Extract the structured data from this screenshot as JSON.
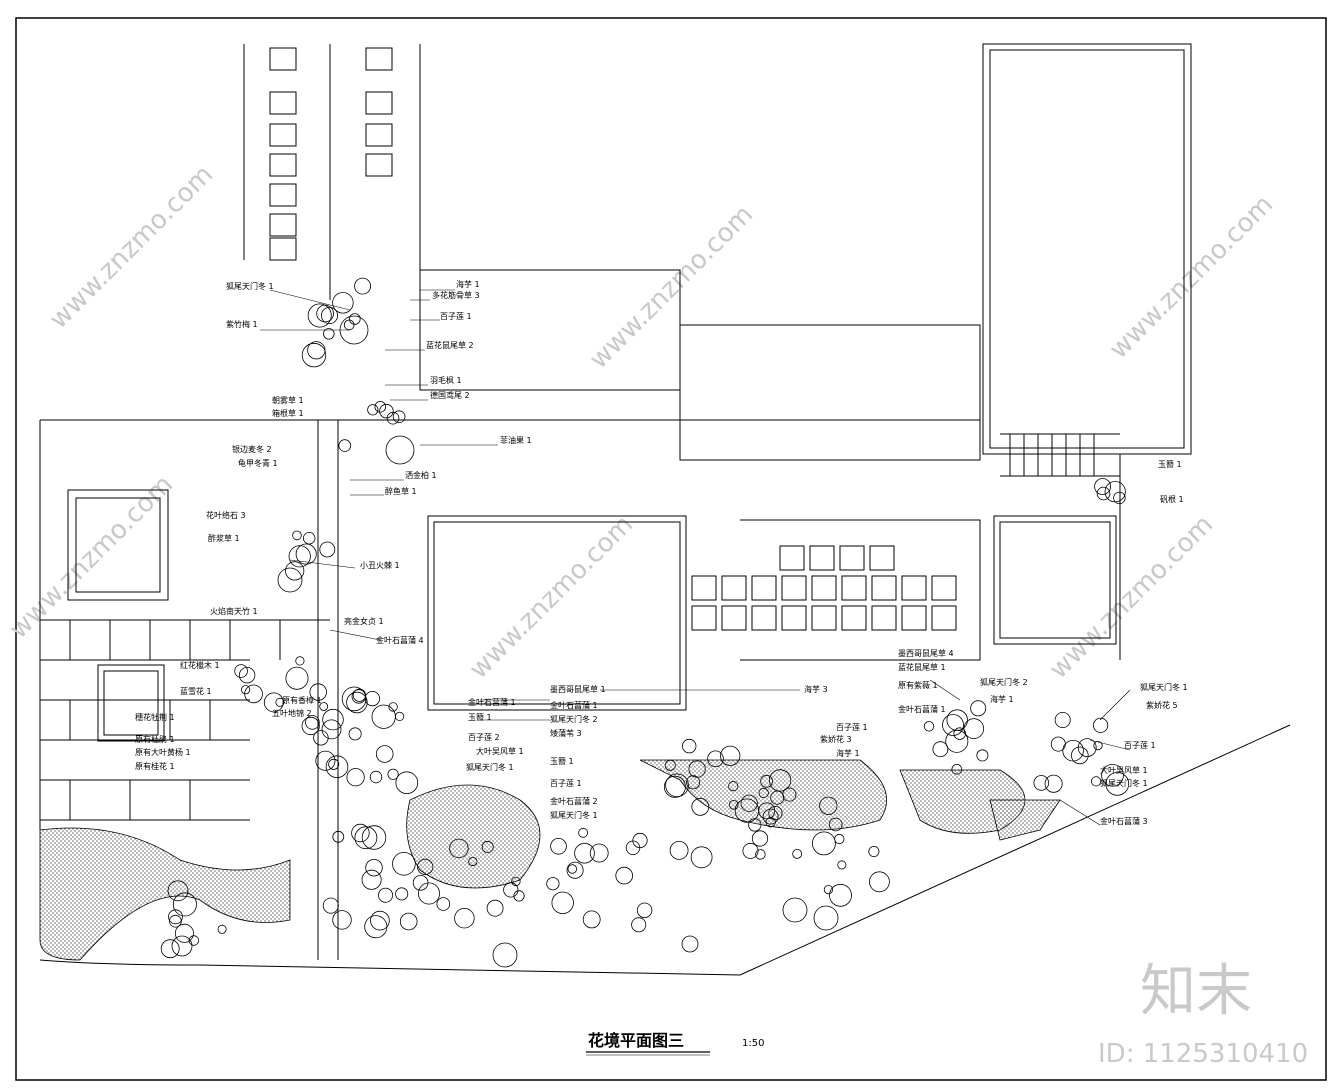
{
  "title": "花境平面图三",
  "scale": "1:50",
  "brand": "知末",
  "id_text": "ID: 1125310410",
  "watermark": "www.znzmo.com",
  "labels": {
    "l01": "海芋 1",
    "l02": "多花筋骨草 3",
    "l03": "百子莲 1",
    "l04": "蓝花鼠尾草 2",
    "l05": "羽毛枫 1",
    "l06": "狐尾天门冬 1",
    "l07": "紫竹梅 1",
    "l08": "菲油果 1",
    "l09": "洒金柏 1",
    "l10": "德国鸢尾 2",
    "l11": "醉鱼草 1",
    "l12": "朝雾草 1",
    "l13": "箱根草 1",
    "l14": "银边麦冬 2",
    "l15": "龟甲冬青 1",
    "l16": "花叶络石 3",
    "l17": "酢浆草 1",
    "l18": "小丑火棘 1",
    "l19": "火焰南天竹 1",
    "l20": "亮金女贞 1",
    "l21": "金叶石菖蒲 4",
    "l22": "红花檵木 1",
    "l23": "蓝雪花 1",
    "l24": "穗花牡荆 1",
    "l25": "原有杜鹃 1",
    "l26": "原有大叶黄杨 1",
    "l27": "原有桂花 1",
    "l28": "原有香樟 1",
    "l29": "五叶地锦 2",
    "l30": "金叶石菖蒲 1",
    "l31": "玉簪 1",
    "l32": "百子莲 2",
    "l33": "大叶吴风草 1",
    "l34": "狐尾天门冬 1",
    "l35": "墨西哥鼠尾草 1",
    "l36": "金叶石菖蒲 1",
    "l37": "狐尾天门冬 2",
    "l38": "矮蒲苇 3",
    "l39": "玉簪 1",
    "l40": "百子莲 1",
    "l41": "金叶石菖蒲 2",
    "l42": "狐尾天门冬 1",
    "l43": "海芋 3",
    "l44": "百子莲 1",
    "l45": "紫娇花 3",
    "l46": "海芋 1",
    "l47": "墨西哥鼠尾草 4",
    "l48": "蓝花鼠尾草 1",
    "l49": "原有紫薇 1",
    "l50": "金叶石菖蒲 1",
    "l51": "狐尾天门冬 2",
    "l52": "海芋 1",
    "l53": "狐尾天门冬 1",
    "l54": "紫娇花 5",
    "l55": "百子莲 1",
    "l56": "大叶吴风草 1",
    "l57": "狐尾天门冬 1",
    "l58": "金叶石菖蒲 3",
    "l59": "玉簪 1",
    "l60": "矾根 1"
  }
}
